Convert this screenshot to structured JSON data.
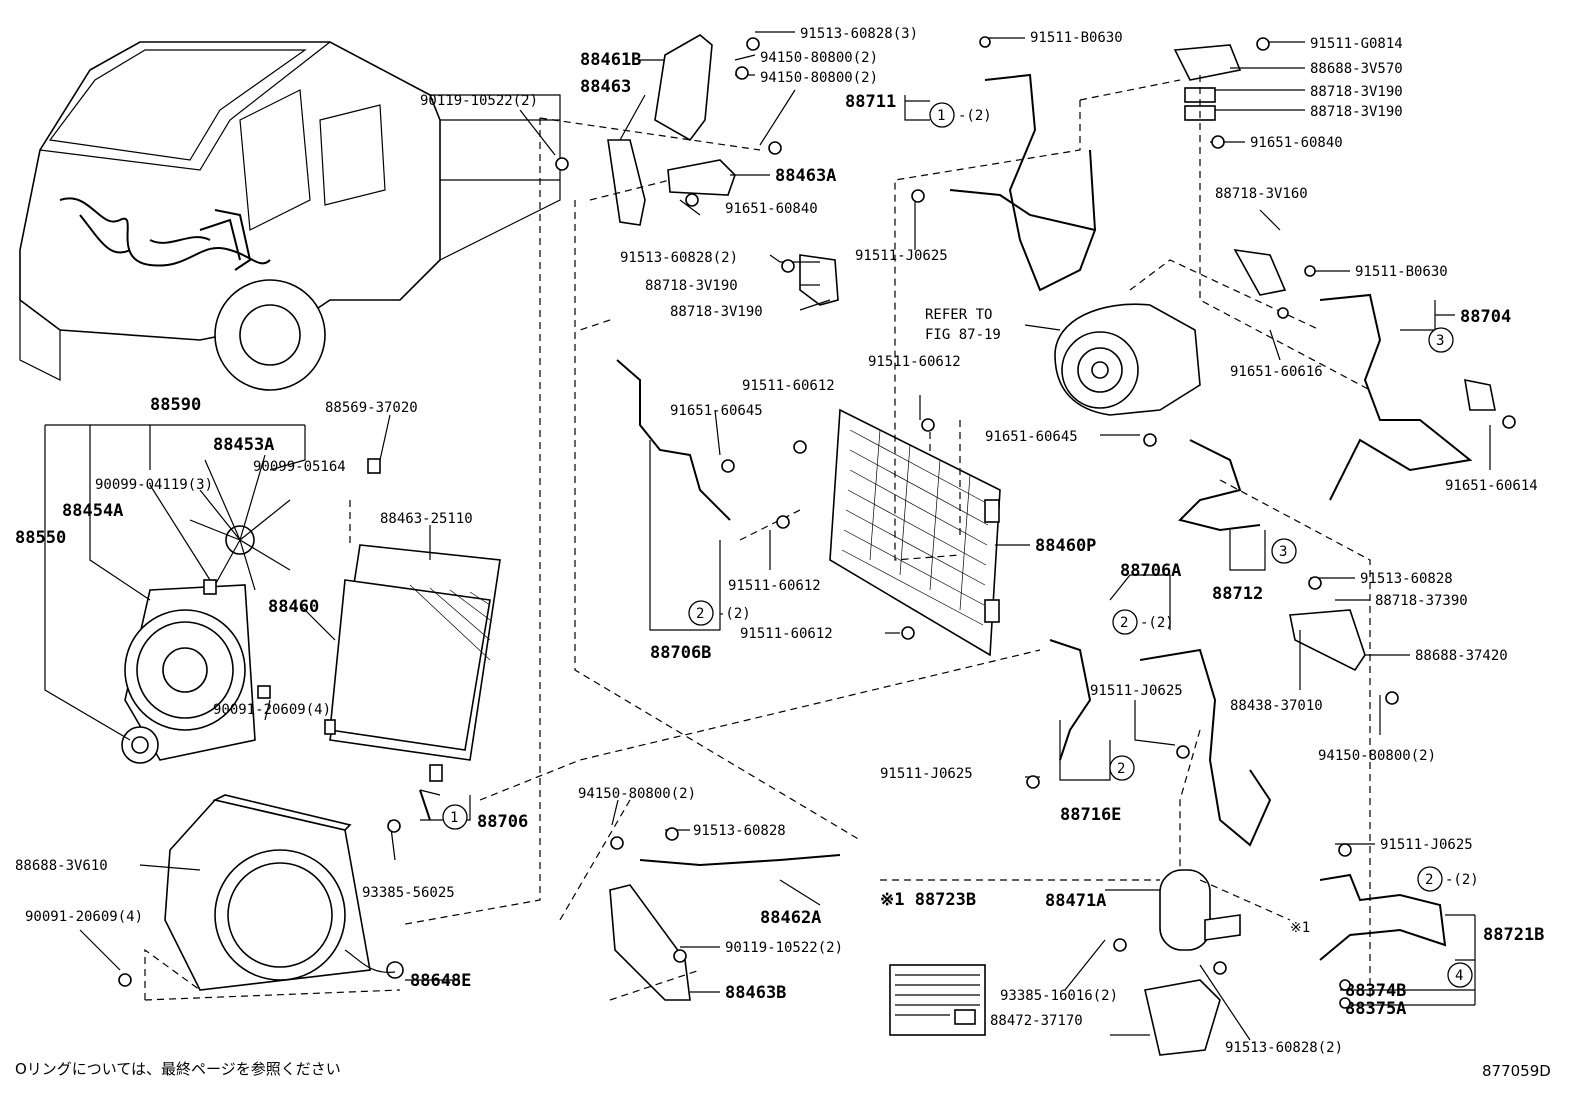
{
  "diagram": {
    "labels": {
      "p91513_60828_3": "91513-60828(3)",
      "p91511_B0630_a": "91511-B0630",
      "p91511_G0814": "91511-G0814",
      "p88461B": "88461B",
      "p94150_80800_2a": "94150-80800(2)",
      "p94150_80800_2b": "94150-80800(2)",
      "p88688_3V570": "88688-3V570",
      "p90119_10522_2a": "90119-10522(2)",
      "p88463": "88463",
      "p88711": "88711",
      "p88718_3V190_a": "88718-3V190",
      "p88718_3V190_b": "88718-3V190",
      "p91651_60840_a": "91651-60840",
      "p88463A": "88463A",
      "p91651_60840_b": "91651-60840",
      "p88718_3V160": "88718-3V160",
      "p91513_60828_2": "91513-60828(2)",
      "p91511_J0625_a": "91511-J0625",
      "p88718_3V190_c": "88718-3V190",
      "p88718_3V190_d": "88718-3V190",
      "p91511_B0630_b": "91511-B0630",
      "p88704": "88704",
      "refer1": "REFER TO",
      "refer2": "FIG 87-19",
      "p88590": "88590",
      "p88569_37020": "88569-37020",
      "p91511_60612_a": "91511-60612",
      "p91651_60616": "91651-60616",
      "p88453A": "88453A",
      "p91511_60612_b": "91511-60612",
      "p90099_04119_3": "90099-04119(3)",
      "p90099_05164": "90099-05164",
      "p91651_60645_a": "91651-60645",
      "p91651_60645_b": "91651-60645",
      "p88454A": "88454A",
      "p91651_60614": "91651-60614",
      "p88550": "88550",
      "p88463_25110": "88463-25110",
      "p88460P": "88460P",
      "p88460": "88460",
      "p91511_60612_c": "91511-60612",
      "p88712": "88712",
      "p88706A": "88706A",
      "p91513_60828": "91513-60828",
      "p88718_37390": "88718-37390",
      "p88706B": "88706B",
      "p91511_60612_d": "91511-60612",
      "p88688_37420": "88688-37420",
      "p91511_J0625_b": "91511-J0625",
      "p88438_37010": "88438-37010",
      "p90091_20609_4a": "90091-20609(4)",
      "p94150_80800_2c": "94150-80800(2)",
      "p91511_J0625_c": "91511-J0625",
      "p94150_80800_2d": "94150-80800(2)",
      "p88706": "88706",
      "p88716E": "88716E",
      "p91513_60828_b": "91513-60828",
      "p93385_56025": "93385-56025",
      "p91511_J0625_d": "91511-J0625",
      "p88688_3V610": "88688-3V610",
      "p88462A": "88462A",
      "p88723B": "※1 88723B",
      "p88471A": "88471A",
      "p88721B": "88721B",
      "star1": "※1",
      "p90091_20609_4b": "90091-20609(4)",
      "p90119_10522_2b": "90119-10522(2)",
      "p88648E": "88648E",
      "p88463B": "88463B",
      "p93385_16016_2": "93385-16016(2)",
      "p88374B": "88374B",
      "p88375A": "88375A",
      "p88472_37170": "88472-37170",
      "p91513_60828_2c": "91513-60828(2)",
      "footer_note": "Oリングについては、最終ページを参照ください",
      "figure_id": "877059D"
    },
    "circles": {
      "c1a": "1",
      "c1a_qty": "-(2)",
      "c1b": "1",
      "c2a": "2",
      "c2a_qty": "-(2)",
      "c2b": "2",
      "c2b_qty": "-(2)",
      "c2c": "2",
      "c2d": "2",
      "c2d_qty": "-(2)",
      "c3a": "3",
      "c3b": "3",
      "c4": "4"
    }
  }
}
